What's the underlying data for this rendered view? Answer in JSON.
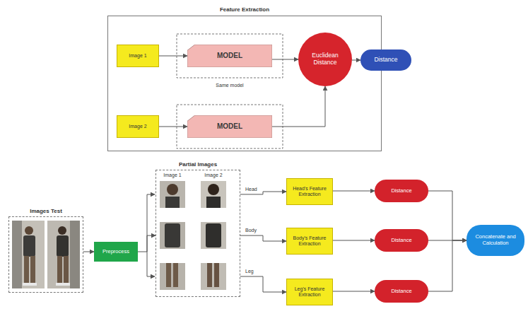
{
  "diagram": {
    "nodes": [
      {
        "text": [
          "Feature Extraction"
        ]
      },
      {
        "text": [
          "Image 1"
        ],
        "in": 0
      },
      {
        "text": [
          "MODEL"
        ],
        "in": 0
      },
      {
        "text": [
          "Euclidean Distance"
        ],
        "in": 0
      },
      {
        "text": [
          "Image 2"
        ],
        "in": 0
      },
      {
        "text": [
          "MODEL"
        ],
        "in": 0
      },
      {
        "text": [
          "Distance"
        ]
      },
      {
        "text": [
          "Images Test"
        ]
      },
      {
        "text": [
          "Preprocess"
        ]
      },
      {
        "text": [
          "Partial Images"
        ]
      },
      {
        "text": [
          "Head's Feature Extraction"
        ]
      },
      {
        "text": [
          "Body's Feature Extraction"
        ]
      },
      {
        "text": [
          "Leg's Feature Extraction"
        ]
      },
      {
        "text": [
          "Distance"
        ]
      },
      {
        "text": [
          "Distance"
        ]
      },
      {
        "text": [
          "Distance"
        ]
      },
      {
        "text": [
          "Concatenate and Calculation"
        ]
      }
    ],
    "edges": [
      {
        "from": 1,
        "to": 2,
        "arrow": "to"
      },
      {
        "from": 2,
        "to": 3,
        "arrow": "to"
      },
      {
        "from": 4,
        "to": 5,
        "arrow": "to"
      },
      {
        "from": 5,
        "to": 3,
        "arrow": "to"
      },
      {
        "from": 3,
        "to": 6,
        "arrow": "to"
      },
      {
        "from": 7,
        "to": 8,
        "arrow": "to"
      },
      {
        "from": 8,
        "to": 9,
        "arrow": "to"
      },
      {
        "from": 9,
        "to": 10,
        "label": "Head",
        "arrow": "to"
      },
      {
        "from": 9,
        "to": 11,
        "label": "Body",
        "arrow": "to"
      },
      {
        "from": 9,
        "to": 12,
        "label": "Leg",
        "arrow": "to"
      },
      {
        "from": 10,
        "to": 13,
        "arrow": "to"
      },
      {
        "from": 11,
        "to": 14,
        "arrow": "to"
      },
      {
        "from": 12,
        "to": 15,
        "arrow": "to"
      },
      {
        "from": 13,
        "to": 16,
        "arrow": "to"
      },
      {
        "from": 14,
        "to": 16,
        "arrow": "to"
      },
      {
        "from": 15,
        "to": 16,
        "arrow": "to"
      }
    ],
    "labels": [
      "Same model",
      "Image 1",
      "Image 2"
    ]
  }
}
